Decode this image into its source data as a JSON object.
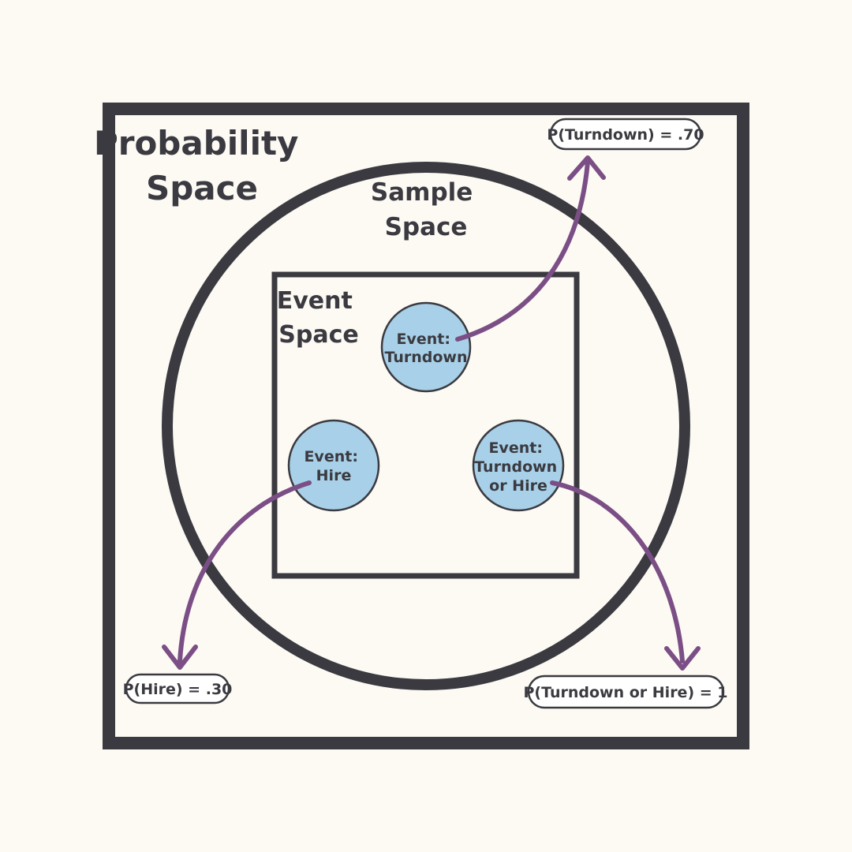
{
  "labels": {
    "probability_space": [
      "Probability",
      "Space"
    ],
    "sample_space": [
      "Sample",
      "Space"
    ],
    "event_space": [
      "Event",
      "Space"
    ]
  },
  "events": {
    "turndown": [
      "Event:",
      "Turndown"
    ],
    "hire": [
      "Event:",
      "Hire"
    ],
    "turndown_or_hire": [
      "Event:",
      "Turndown",
      "or Hire"
    ]
  },
  "probabilities": {
    "turndown": "P(Turndown) = .70",
    "hire": "P(Hire) = .30",
    "turndown_or_hire": "P(Turndown or Hire) = 1"
  },
  "colors": {
    "background": "#fdfaf4",
    "outline": "#3a3a40",
    "event_fill": "#a8d0e8",
    "arrow": "#7b4f86"
  }
}
